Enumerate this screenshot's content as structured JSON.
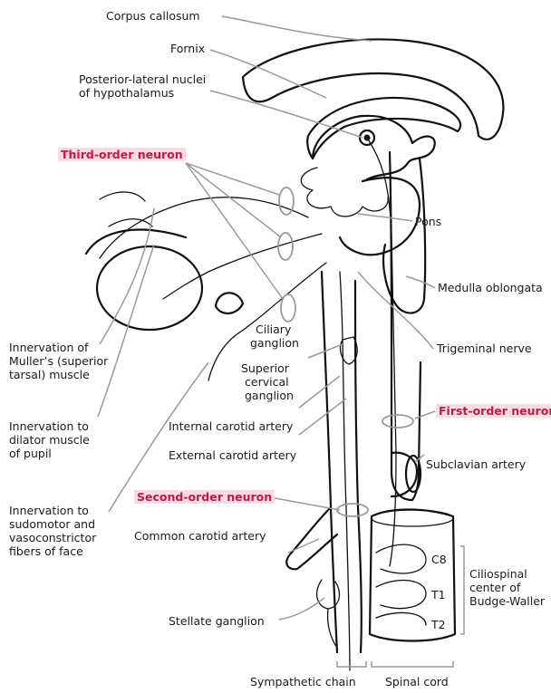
{
  "labels": {
    "corpus_callosum": "Corpus callosum",
    "fornix": "Fornix",
    "hypothalamus_1": "Posterior-lateral nuclei",
    "hypothalamus_2": "of hypothalamus",
    "third_order": "Third-order neuron",
    "pons": "Pons",
    "medulla": "Medulla oblongata",
    "ciliary_1": "Ciliary",
    "ciliary_2": "ganglion",
    "superior_1": "Superior",
    "superior_2": "cervical",
    "superior_3": "ganglion",
    "trigeminal": "Trigeminal nerve",
    "muller_1": "Innervation of",
    "muller_2": "Muller’s (superior",
    "muller_3": "tarsal) muscle",
    "internal_carotid": "Internal carotid artery",
    "first_order": "First-order neuron",
    "external_carotid": "External carotid artery",
    "dilator_1": "Innervation to",
    "dilator_2": "dilator muscle",
    "dilator_3": "of pupil",
    "subclavian": "Subclavian artery",
    "sudomotor_1": "Innervation to",
    "sudomotor_2": "sudomotor and",
    "sudomotor_3": "vasoconstrictor",
    "sudomotor_4": "fibers of face",
    "second_order": "Second-order neuron",
    "common_carotid": "Common carotid artery",
    "c8": "C8",
    "t1": "T1",
    "t2": "T2",
    "ciliospinal_1": "Ciliospinal",
    "ciliospinal_2": "center of",
    "ciliospinal_3": "Budge-Waller",
    "stellate": "Stellate ganglion",
    "sympathetic_chain": "Sympathetic chain",
    "spinal_cord": "Spinal cord"
  },
  "colors": {
    "highlight_text": "#c2184b",
    "highlight_bg": "#f6dcdc",
    "leader": "#9a9a9a",
    "ink": "#111111"
  }
}
